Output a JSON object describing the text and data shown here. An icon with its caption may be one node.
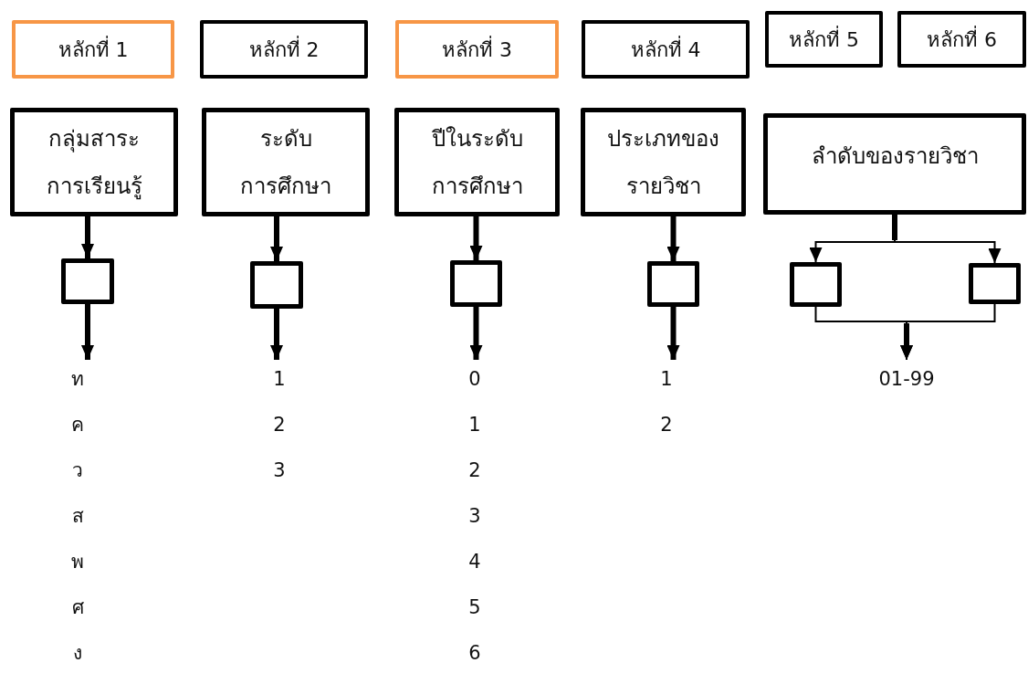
{
  "diagram": {
    "nodes": [
      {
        "text": [
          "หลักที่ 1"
        ]
      },
      {
        "text": [
          "หลักที่ 2"
        ]
      },
      {
        "text": [
          "หลักที่ 3"
        ]
      },
      {
        "text": [
          "หลักที่ 4"
        ]
      },
      {
        "text": [
          "หลักที่ 5"
        ]
      },
      {
        "text": [
          "หลักที่ 6"
        ]
      },
      {
        "text": [
          "กลุ่มสาระ การเรียนรู้"
        ]
      },
      {
        "text": [
          "ระดับ การศึกษา"
        ]
      },
      {
        "text": [
          "ปีในระดับ การศึกษา"
        ]
      },
      {
        "text": [
          "ประเภทของ รายวิชา"
        ]
      },
      {
        "text": [
          "ลำดับของรายวิชา"
        ]
      },
      {
        "text": [],
        "shape": "box"
      },
      {
        "text": [],
        "shape": "box"
      },
      {
        "text": [],
        "shape": "box"
      },
      {
        "text": [],
        "shape": "box"
      },
      {
        "text": [],
        "shape": "box"
      },
      {
        "text": [],
        "shape": "box"
      },
      {
        "text": [
          "ท",
          "ค",
          "ว",
          "ส",
          "พ",
          "ศ",
          "ง"
        ]
      },
      {
        "text": [
          "1",
          "2",
          "3"
        ]
      },
      {
        "text": [
          "0",
          "1",
          "2",
          "3",
          "4",
          "5",
          "6"
        ]
      },
      {
        "text": [
          "1",
          "2"
        ]
      },
      {
        "text": [
          "01-99"
        ]
      }
    ],
    "edges": [
      {
        "from": 6,
        "to": 11,
        "arrow": "to"
      },
      {
        "from": 7,
        "to": 12,
        "arrow": "to"
      },
      {
        "from": 8,
        "to": 13,
        "arrow": "to"
      },
      {
        "from": 9,
        "to": 14,
        "arrow": "to"
      },
      {
        "from": 10,
        "to": 15,
        "arrow": "to"
      },
      {
        "from": 10,
        "to": 16,
        "arrow": "to"
      },
      {
        "from": 11,
        "to": 17,
        "arrow": "to"
      },
      {
        "from": 12,
        "to": 18,
        "arrow": "to"
      },
      {
        "from": 13,
        "to": 19,
        "arrow": "to"
      },
      {
        "from": 14,
        "to": 20,
        "arrow": "to"
      },
      {
        "from": 15,
        "to": 21,
        "arrow": "to"
      },
      {
        "from": 16,
        "to": 21,
        "arrow": "to"
      }
    ]
  }
}
